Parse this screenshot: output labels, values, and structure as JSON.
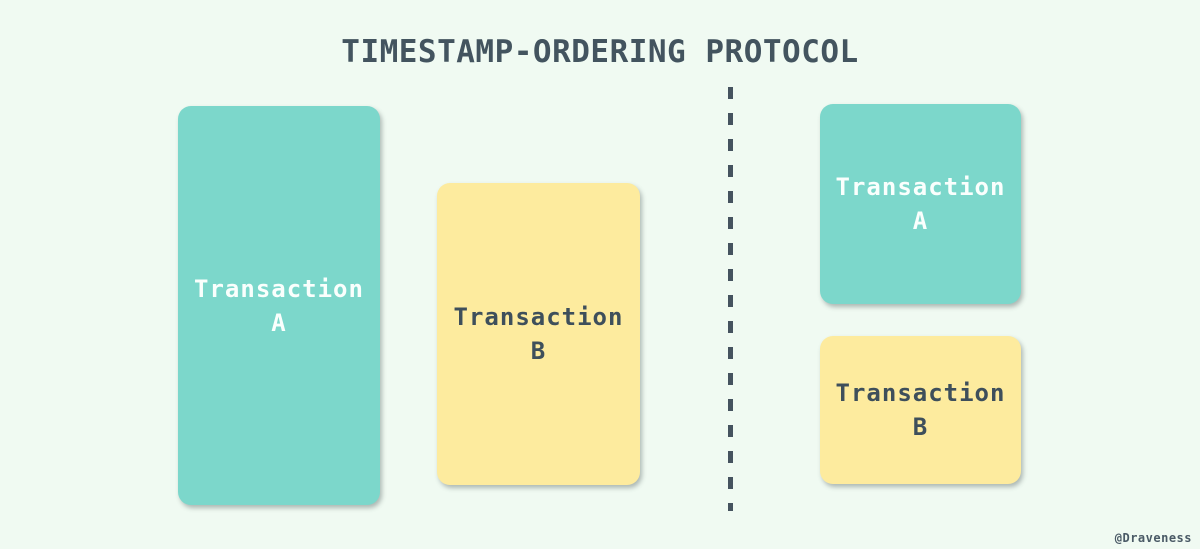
{
  "diagram": {
    "title": "TIMESTAMP-ORDERING PROTOCOL",
    "credit": "@Draveness",
    "colors": {
      "background": "#f0faf2",
      "teal": "#7cd7cb",
      "yellow": "#fdeb9e",
      "dark_text": "#3e4f5b",
      "light_text": "#fafffd",
      "dash": "#45535f",
      "title_text": "#43545f"
    },
    "before": {
      "transaction_a": {
        "line1": "Transaction",
        "line2": "A"
      },
      "transaction_b": {
        "line1": "Transaction",
        "line2": "B"
      }
    },
    "after": {
      "transaction_a": {
        "line1": "Transaction",
        "line2": "A"
      },
      "transaction_b": {
        "line1": "Transaction",
        "line2": "B"
      }
    }
  }
}
